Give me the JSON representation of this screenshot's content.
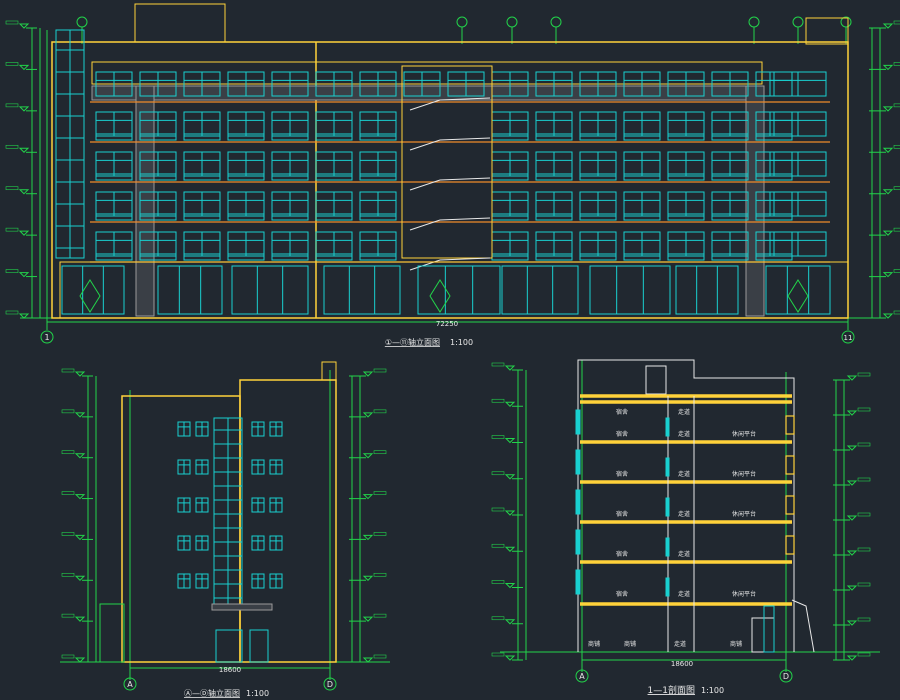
{
  "drawing": {
    "background": "#212830",
    "colors": {
      "outline": "#ffd23a",
      "glazing": "#19d0d0",
      "dimension": "#22d34a",
      "frame": "#f08a2a",
      "cladding": "#9a9a9a",
      "text": "#e8e8e8"
    }
  },
  "front_elevation": {
    "title": "①—⑪轴立面图",
    "scale": "1:100",
    "overall_dimension": "72250",
    "axis_start": "1",
    "axis_end": "11"
  },
  "side_elevation": {
    "title": "Ⓐ—Ⓓ轴立面图",
    "scale": "1:100",
    "overall_dimension": "18600",
    "axis_start": "A",
    "axis_end": "D"
  },
  "section": {
    "title": "1—1剖面图",
    "scale": "1:100",
    "overall_dimension": "18600",
    "axis_start": "A",
    "axis_end": "D",
    "room_labels": [
      {
        "text": "宿舍",
        "floor": 1
      },
      {
        "text": "走道",
        "floor": 1
      },
      {
        "text": "休闲平台",
        "floor": 1
      },
      {
        "text": "宿舍",
        "floor": 2
      },
      {
        "text": "走道",
        "floor": 2
      },
      {
        "text": "宿舍",
        "floor": 3
      },
      {
        "text": "走道",
        "floor": 3
      },
      {
        "text": "休闲平台",
        "floor": 3
      },
      {
        "text": "宿舍",
        "floor": 4
      },
      {
        "text": "走道",
        "floor": 4
      },
      {
        "text": "休闲平台",
        "floor": 4
      },
      {
        "text": "宿舍",
        "floor": 5
      },
      {
        "text": "走道",
        "floor": 5
      },
      {
        "text": "休闲平台",
        "floor": 5
      },
      {
        "text": "宿舍",
        "floor": 6
      },
      {
        "text": "走道",
        "floor": 6
      },
      {
        "text": "商铺",
        "floor": 0
      },
      {
        "text": "商铺",
        "floor": 0
      },
      {
        "text": "走道",
        "floor": 0
      },
      {
        "text": "商铺",
        "floor": 0
      }
    ]
  }
}
